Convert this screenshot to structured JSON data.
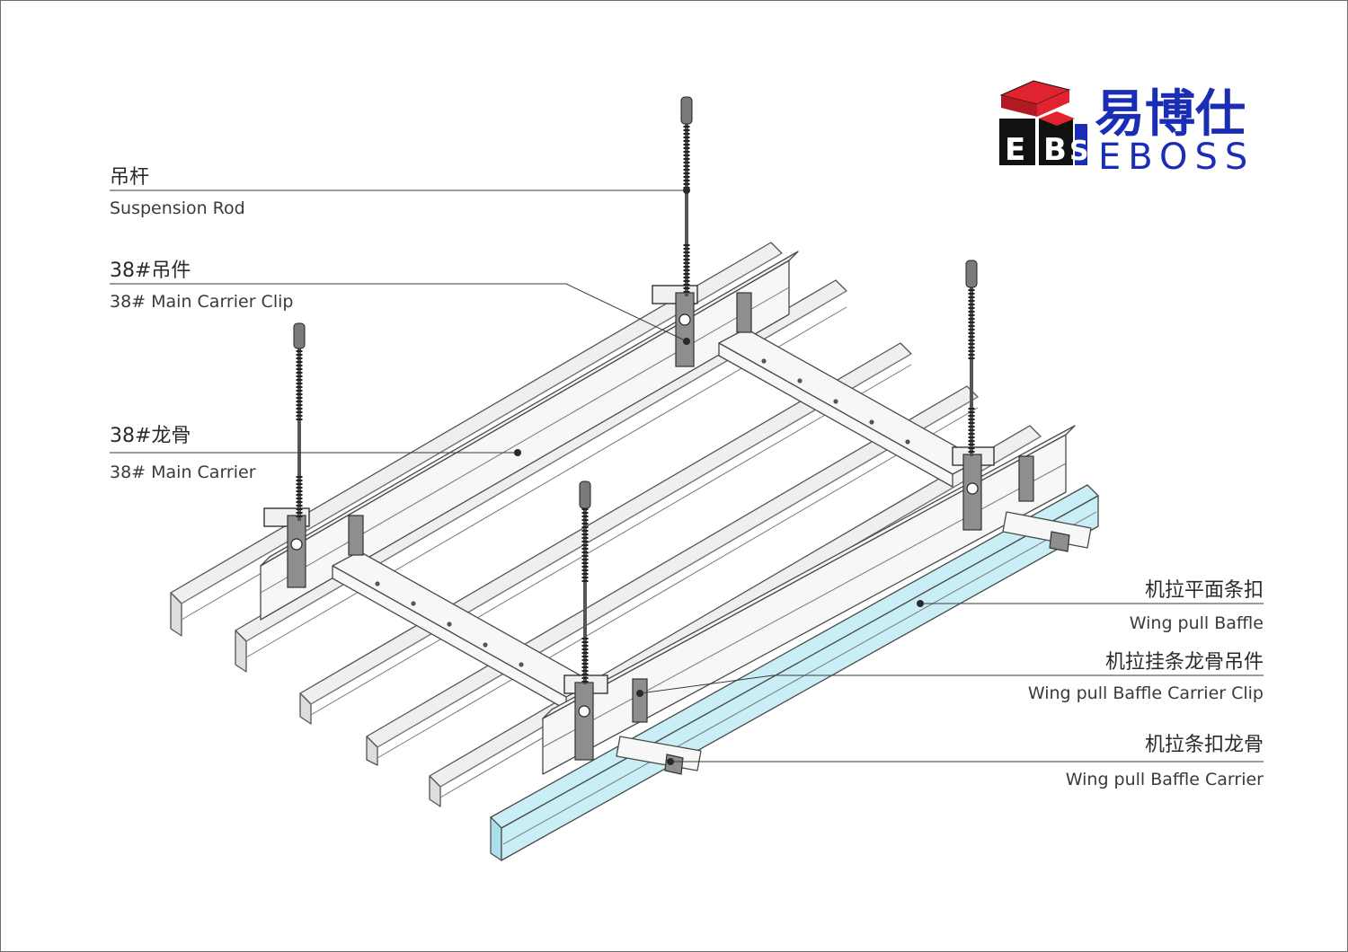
{
  "logo": {
    "name_cn": "易博仕",
    "name_en": "EBOSS",
    "brand_blue": "#1a2db4",
    "brand_red": "#e0232e",
    "brand_black": "#111111"
  },
  "labels": {
    "suspension_rod": {
      "cn": "吊杆",
      "en": "Suspension Rod"
    },
    "main_carrier_clip": {
      "cn": "38#吊件",
      "en": "38# Main Carrier Clip"
    },
    "main_carrier": {
      "cn": "38#龙骨",
      "en": "38# Main Carrier"
    },
    "wing_pull_baffle": {
      "cn": "机拉平面条扣",
      "en": "Wing pull Baffle"
    },
    "baffle_carrier_clip": {
      "cn": "机拉挂条龙骨吊件",
      "en": "Wing pull Baffle Carrier Clip"
    },
    "baffle_carrier": {
      "cn": "机拉条扣龙骨",
      "en": "Wing pull Baffle Carrier"
    }
  },
  "colors": {
    "highlight_cyan": "#c9eef6",
    "line": "#3a3a3a"
  }
}
